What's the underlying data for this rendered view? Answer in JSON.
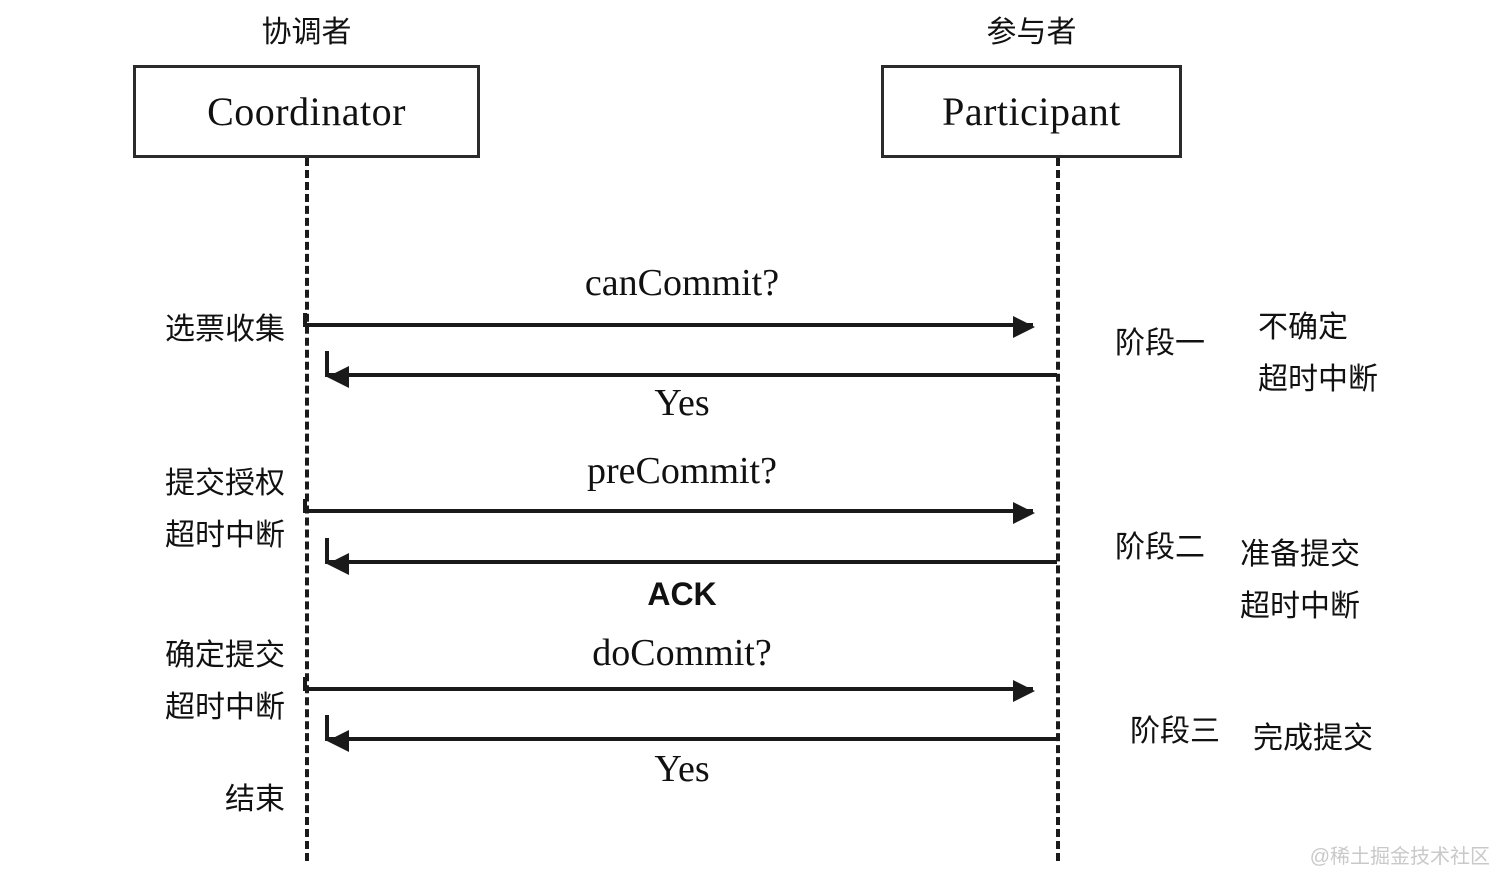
{
  "diagram": {
    "title": "Three-Phase Commit (3PC) sequence diagram",
    "actors": [
      {
        "id": "coordinator",
        "caption": "协调者",
        "name": "Coordinator"
      },
      {
        "id": "participant",
        "caption": "参与者",
        "name": "Participant"
      }
    ],
    "messages": [
      {
        "id": "can-commit",
        "label": "canCommit?",
        "direction": "to-right",
        "style": "serif"
      },
      {
        "id": "yes-1",
        "label": "Yes",
        "direction": "to-left",
        "style": "serif"
      },
      {
        "id": "pre-commit",
        "label": "preCommit?",
        "direction": "to-right",
        "style": "serif"
      },
      {
        "id": "ack",
        "label": "ACK",
        "direction": "to-left",
        "style": "sans-bold"
      },
      {
        "id": "do-commit",
        "label": "doCommit?",
        "direction": "to-right",
        "style": "serif"
      },
      {
        "id": "yes-2",
        "label": "Yes",
        "direction": "to-left",
        "style": "serif"
      }
    ],
    "left_notes": {
      "vote_collection": "选票收集",
      "commit_auth_line1": "提交授权",
      "commit_auth_line2": "超时中断",
      "do_commit_line1": "确定提交",
      "do_commit_line2": "超时中断",
      "finish": "结束"
    },
    "right_notes": {
      "phase1_tag": "阶段一",
      "phase1_line1": "不确定",
      "phase1_line2": "超时中断",
      "phase2_tag": "阶段二",
      "phase2_line1": "准备提交",
      "phase2_line2": "超时中断",
      "phase3_tag": "阶段三",
      "phase3_line1": "完成提交"
    },
    "watermark": "@稀土掘金技术社区",
    "colors": {
      "stroke": "#1a1a1a",
      "box_border": "#2b2b2b",
      "text": "#111111",
      "background": "#ffffff",
      "watermark": "#c9c9c9"
    }
  }
}
